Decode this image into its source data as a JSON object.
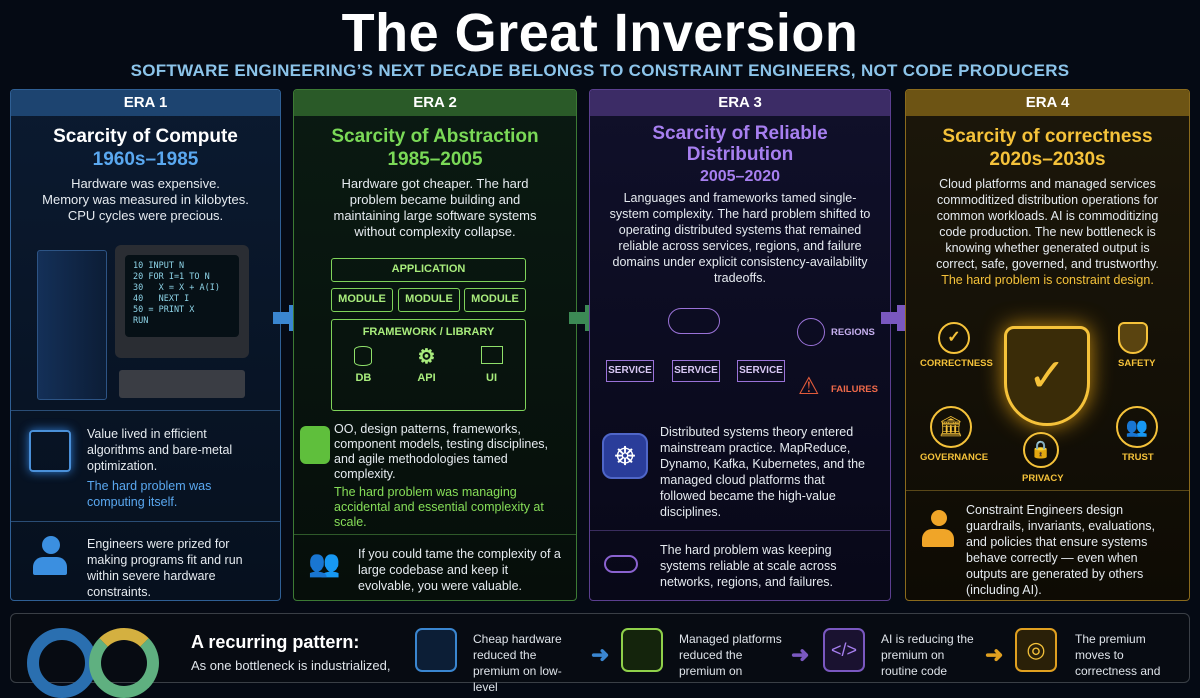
{
  "title": "The Great Inversion",
  "subtitle": "SOFTWARE ENGINEERING’S NEXT DECADE BELONGS TO CONSTRAINT ENGINEERS, NOT CODE PRODUCERS",
  "eras": [
    {
      "label": "ERA 1",
      "title": "Scarcity of Compute",
      "years": "1960s–1985",
      "intro": [
        "Hardware was expensive.",
        "Memory was measured in kilobytes.",
        "CPU cycles were precious."
      ],
      "code": [
        "10 INPUT N",
        "20 FOR I=1 TO N",
        "30   X = X + A(I)",
        "40   NEXT I",
        "50 = PRINT X",
        "RUN"
      ],
      "value_text": "Value lived in efficient algorithms and bare-metal optimization.",
      "hard_problem": "The hard problem was computing itself.",
      "people_text": "Engineers were prized for making programs fit and run within severe hardware constraints.",
      "color": "#4a90d9"
    },
    {
      "label": "ERA 2",
      "title": "Scarcity of Abstraction",
      "years": "1985–2005",
      "intro": "Hardware got cheaper. The hard problem became building and maintaining large software systems without complexity collapse.",
      "stack": {
        "application": "APPLICATION",
        "modules": [
          "MODULE",
          "MODULE",
          "MODULE"
        ],
        "framework": "FRAMEWORK / LIBRARY",
        "layers": [
          "DB",
          "API",
          "UI"
        ]
      },
      "value_text": "OO, design patterns, frameworks, component models, testing disciplines, and agile methodologies tamed complexity.",
      "hard_problem": "The hard problem was managing accidental and essential complexity at scale.",
      "people_text": "If you could tame the complexity of a large codebase and keep it evolvable, you were valuable.",
      "color": "#6ccf4a"
    },
    {
      "label": "ERA 3",
      "title": "Scarcity of Reliable Distribution",
      "years": "2005–2020",
      "intro": "Languages and frameworks tamed single-system complexity. The hard problem shifted to operating distributed systems that remained reliable across services, regions, and failure domains under explicit consistency-availability tradeoffs.",
      "services": [
        "SERVICE",
        "SERVICE",
        "SERVICE"
      ],
      "regions": "REGIONS",
      "failures": "FAILURES",
      "value_text": "Distributed systems theory entered mainstream practice. MapReduce, Dynamo, Kafka, Kubernetes, and the managed cloud platforms that followed became the high-value disciplines.",
      "people_text": "The hard problem was keeping systems reliable at scale across networks, regions, and failures.",
      "color": "#9b6fe0"
    },
    {
      "label": "ERA 4",
      "title": "Scarcity of correctness",
      "years": "2020s–2030s",
      "intro": "Cloud platforms and managed services commoditized distribution operations for common workloads. AI is commoditizing code production. The new bottleneck is knowing whether generated output is correct, safe, governed, and trustworthy.",
      "hard_problem": "The hard problem is constraint design.",
      "pillars": [
        "CORRECTNESS",
        "SAFETY",
        "GOVERNANCE",
        "PRIVACY",
        "TRUST"
      ],
      "people_text": "Constraint Engineers design guardrails, invariants, evaluations, and policies that ensure systems behave correctly — even when outputs are generated by others (including AI).",
      "color": "#f2b92e"
    }
  ],
  "bottom": {
    "heading": "A recurring pattern:",
    "text": "As one bottleneck is industrialized,",
    "steps": [
      "Cheap hardware reduced the premium on low-level",
      "Managed platforms reduced the premium on",
      "AI is reducing the premium on routine code",
      "The premium moves to correctness and"
    ]
  }
}
